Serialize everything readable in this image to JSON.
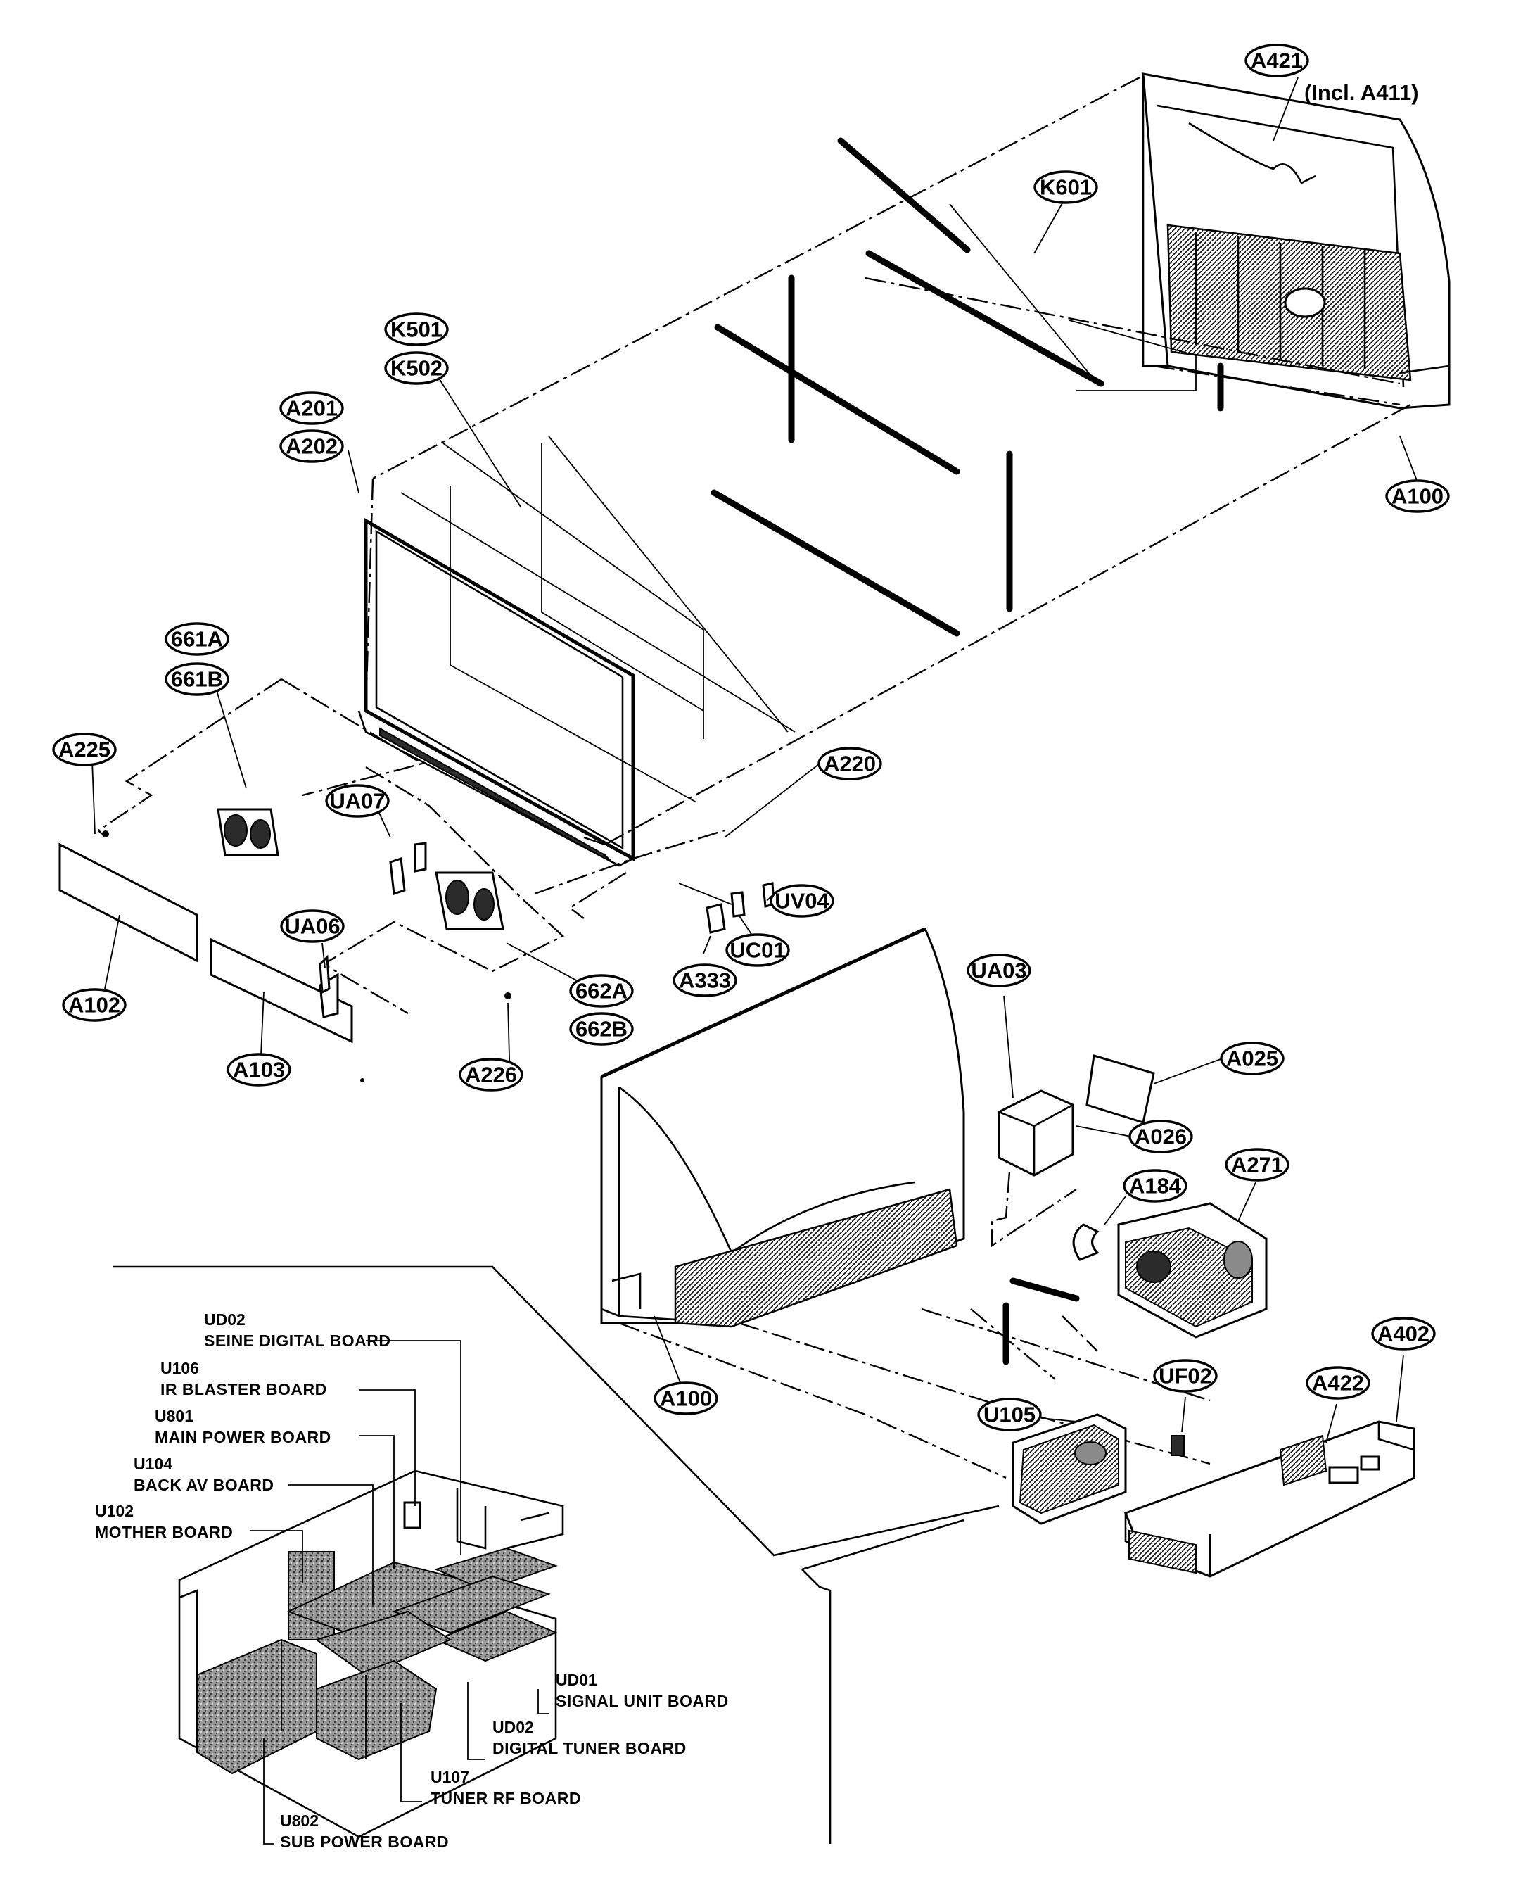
{
  "callouts": [
    {
      "label": "A421"
    },
    {
      "label": "K601"
    },
    {
      "label": "K501"
    },
    {
      "label": "K502"
    },
    {
      "label": "A201"
    },
    {
      "label": "A202"
    },
    {
      "label": "A100"
    },
    {
      "label": "661A"
    },
    {
      "label": "661B"
    },
    {
      "label": "A225"
    },
    {
      "label": "A220"
    },
    {
      "label": "UA07"
    },
    {
      "label": "UV04"
    },
    {
      "label": "UC01"
    },
    {
      "label": "A333"
    },
    {
      "label": "UA06"
    },
    {
      "label": "A102"
    },
    {
      "label": "A103"
    },
    {
      "label": "662A"
    },
    {
      "label": "662B"
    },
    {
      "label": "A226"
    },
    {
      "label": "UA03"
    },
    {
      "label": "A025"
    },
    {
      "label": "A026"
    },
    {
      "label": "A184"
    },
    {
      "label": "A271"
    },
    {
      "label": "A100"
    },
    {
      "label": "UF02"
    },
    {
      "label": "A422"
    },
    {
      "label": "A402"
    },
    {
      "label": "U105"
    }
  ],
  "notes": {
    "a421_incl": "(Incl. A411)"
  },
  "boards": [
    {
      "code": "UD02",
      "name": "SEINE DIGITAL BOARD"
    },
    {
      "code": "U106",
      "name": "IR BLASTER BOARD"
    },
    {
      "code": "U801",
      "name": "MAIN POWER BOARD"
    },
    {
      "code": "U104",
      "name": "BACK AV BOARD"
    },
    {
      "code": "U102",
      "name": "MOTHER BOARD"
    },
    {
      "code": "UD01",
      "name": "SIGNAL UNIT BOARD"
    },
    {
      "code": "UD02",
      "name": "DIGITAL TUNER BOARD"
    },
    {
      "code": "U107",
      "name": "TUNER RF BOARD"
    },
    {
      "code": "U802",
      "name": "SUB POWER BOARD"
    }
  ]
}
